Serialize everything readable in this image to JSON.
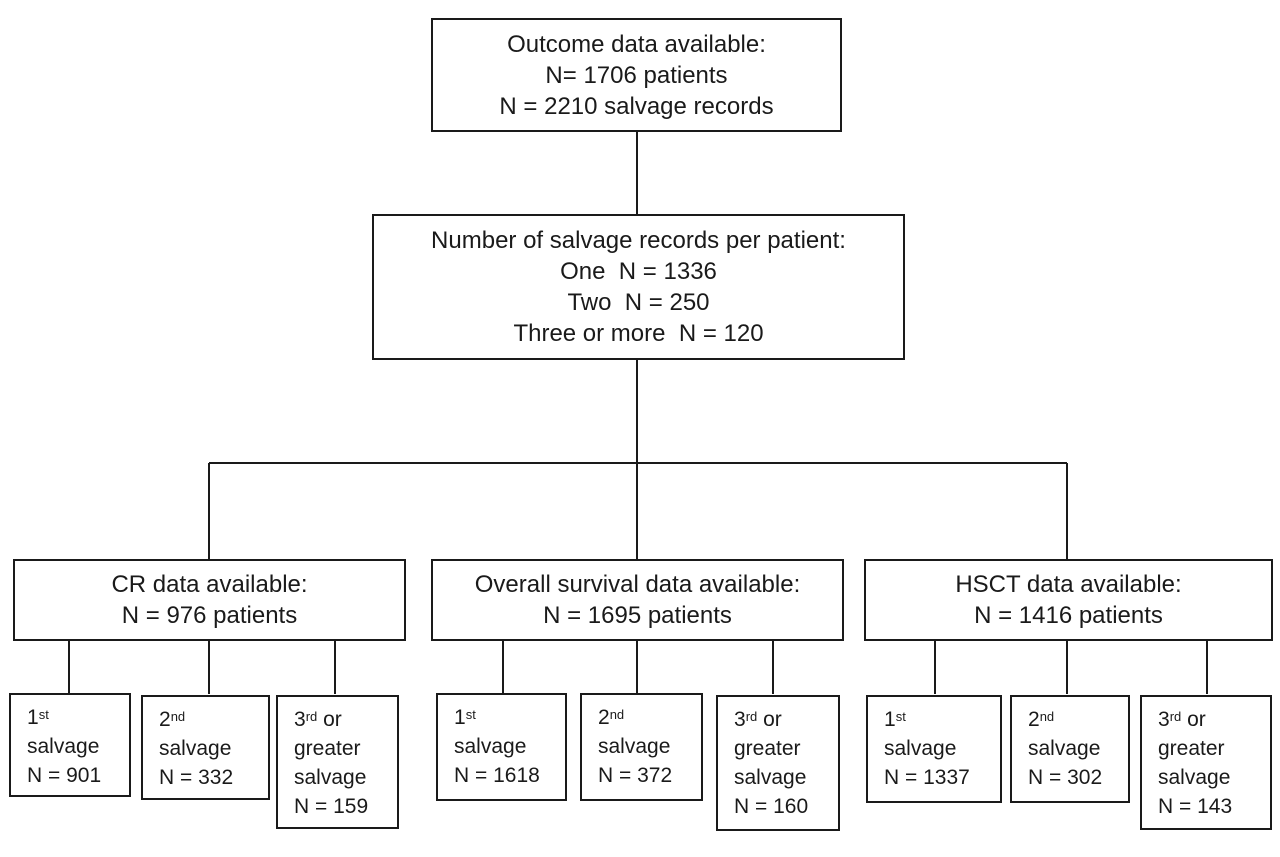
{
  "top": {
    "title": "Outcome data available:",
    "patients": "N= 1706 patients",
    "records": "N = 2210 salvage records"
  },
  "middle": {
    "title": "Number of salvage records per patient:",
    "one": "One  N = 1336",
    "two": "Two  N = 250",
    "three": "Three or more  N = 120"
  },
  "branches": [
    {
      "title": "CR data available:",
      "n": "N = 976 patients",
      "leaves": [
        {
          "num": "1",
          "sup": "st",
          "rest": "",
          "lines": [
            "salvage"
          ],
          "n": "N = 901"
        },
        {
          "num": "2",
          "sup": "nd",
          "rest": "",
          "lines": [
            "salvage"
          ],
          "n": "N = 332"
        },
        {
          "num": "3",
          "sup": "rd",
          "rest": " or",
          "lines": [
            "greater",
            "salvage"
          ],
          "n": "N = 159"
        }
      ]
    },
    {
      "title": "Overall survival data available:",
      "n": "N = 1695 patients",
      "leaves": [
        {
          "num": "1",
          "sup": "st",
          "rest": "",
          "lines": [
            "salvage"
          ],
          "n": "N = 1618"
        },
        {
          "num": "2",
          "sup": "nd",
          "rest": "",
          "lines": [
            "salvage"
          ],
          "n": "N = 372"
        },
        {
          "num": "3",
          "sup": "rd",
          "rest": " or",
          "lines": [
            "greater",
            "salvage"
          ],
          "n": "N = 160"
        }
      ]
    },
    {
      "title": "HSCT data available:",
      "n": "N = 1416 patients",
      "leaves": [
        {
          "num": "1",
          "sup": "st",
          "rest": "",
          "lines": [
            "salvage"
          ],
          "n": "N = 1337"
        },
        {
          "num": "2",
          "sup": "nd",
          "rest": "",
          "lines": [
            "salvage"
          ],
          "n": "N = 302"
        },
        {
          "num": "3",
          "sup": "rd",
          "rest": " or",
          "lines": [
            "greater",
            "salvage"
          ],
          "n": "N = 143"
        }
      ]
    }
  ]
}
